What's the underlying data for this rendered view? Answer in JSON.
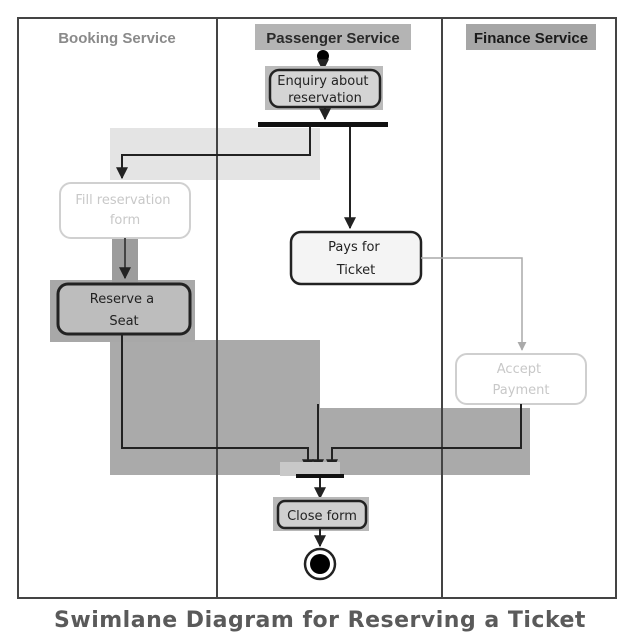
{
  "lanes": [
    {
      "title": "Booking Service"
    },
    {
      "title": "Passenger Service"
    },
    {
      "title": "Finance Service"
    }
  ],
  "nodes": {
    "enquiry": {
      "lines": [
        "Enquiry about",
        "reservation"
      ]
    },
    "fill_form": {
      "lines": [
        "Fill reservation",
        "form"
      ]
    },
    "pays": {
      "lines": [
        "Pays for",
        "Ticket"
      ]
    },
    "reserve": {
      "lines": [
        "Reserve a",
        "Seat"
      ]
    },
    "accept": {
      "lines": [
        "Accept",
        "Payment"
      ]
    },
    "close": {
      "lines": [
        "Close form"
      ]
    }
  },
  "caption": "Swimlane Diagram for Reserving a Ticket"
}
